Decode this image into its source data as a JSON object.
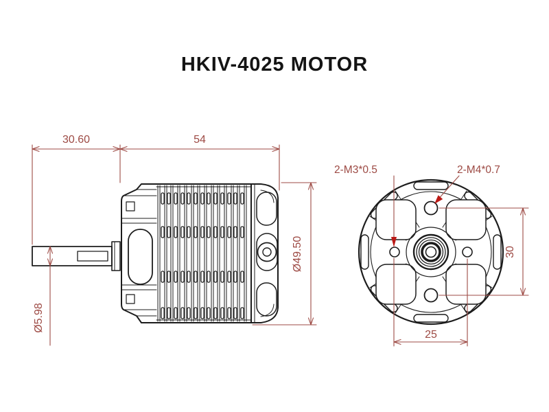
{
  "title": "HKIV-4025 MOTOR",
  "colors": {
    "background": "#ffffff",
    "linework": "#1c1c1c",
    "dimension": "#9d4a44",
    "leader_arrow": "#bb1a16"
  },
  "side_view": {
    "dim_shaft_length": "30.60",
    "dim_body_length": "54",
    "dim_body_diameter": "Ø49.50",
    "dim_shaft_diameter": "Ø5.98"
  },
  "front_view": {
    "thread_label_m3": "2-M3*0.5",
    "thread_label_m4": "2-M4*0.7",
    "dim_hole_spacing_vertical": "30",
    "dim_hole_spacing_horizontal": "25"
  }
}
